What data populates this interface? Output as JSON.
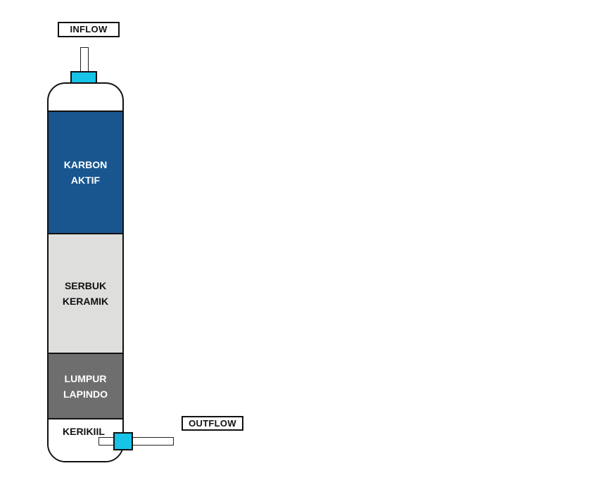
{
  "labels": {
    "inflow": "INFLOW",
    "outflow": "OUTFLOW"
  },
  "layers": [
    {
      "name": "KARBON\nAKTIF",
      "color": "#19568f",
      "text_color": "#ffffff"
    },
    {
      "name": "SERBUK\nKERAMIK",
      "color": "#dededd",
      "text_color": "#111111"
    },
    {
      "name": "LUMPUR\nLAPINDO",
      "color": "#6e6e6e",
      "text_color": "#ffffff"
    },
    {
      "name": "KERIKIIL",
      "color": "#ffffff",
      "text_color": "#111111"
    }
  ],
  "colors": {
    "valve": "#17c3e6",
    "outline": "#111111"
  }
}
